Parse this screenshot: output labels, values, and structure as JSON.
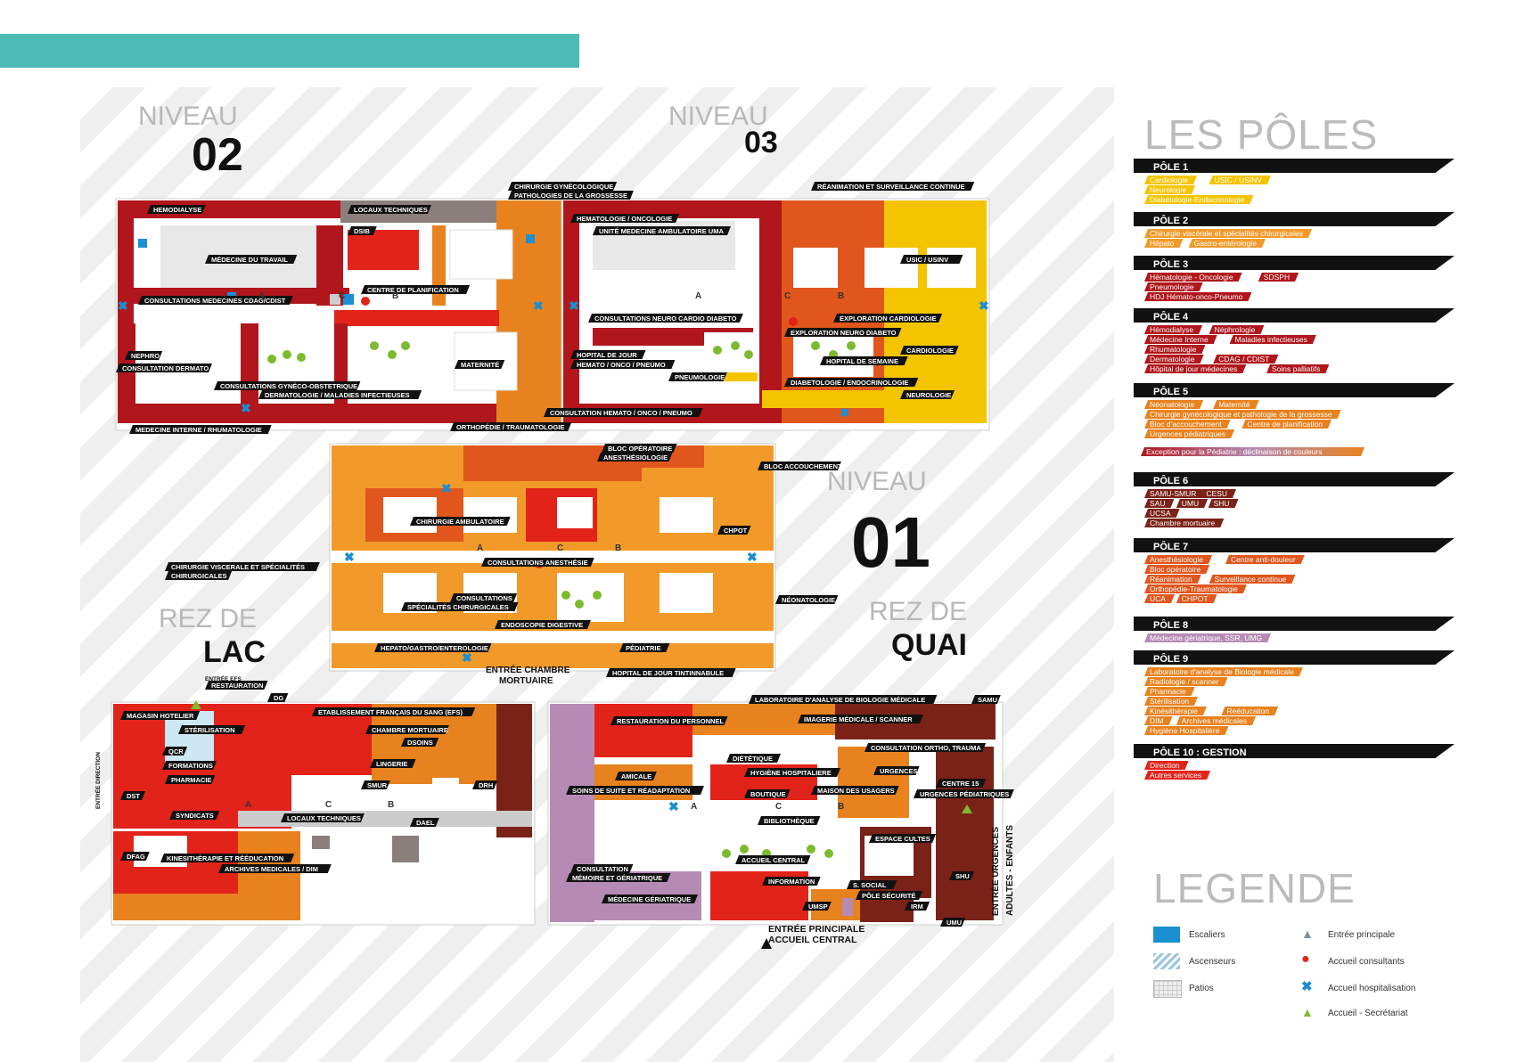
{
  "header": {
    "accent_color": "#4dbbb8"
  },
  "colors": {
    "pole_dark_red": "#b0161c",
    "pole_red": "#e2231a",
    "pole_orange": "#e8821e",
    "pole_light_orange": "#f19a2a",
    "pole_yellow": "#f5c400",
    "pole_brown": "#7a2218",
    "pole_lilac": "#b58bb5",
    "pole_grey": "#8a7f7d",
    "stairs": "#1a8fd1"
  },
  "levels": {
    "niveau02": {
      "word": "NIVEAU",
      "number": "02"
    },
    "niveau03": {
      "word": "NIVEAU",
      "number": "03"
    },
    "niveau01": {
      "word": "NIVEAU",
      "number": "01"
    },
    "lac": {
      "word": "REZ DE",
      "number": "LAC"
    },
    "quai": {
      "word": "REZ DE",
      "number": "QUAI"
    }
  },
  "map_labels": {
    "n02": [
      "HEMODIALYSE",
      "LOCAUX TECHNIQUES",
      "DSIB",
      "MÉDECINE DU TRAVAIL",
      "CENTRE DE PLANIFICATION",
      "CONSULTATIONS MEDECINES CDAG/CDIST",
      "NEPHRO",
      "CONSULTATION DERMATO",
      "MATERNITÉ",
      "CONSULTATIONS GYNÉCO-OBSTETRIQUE",
      "DERMATOLOGIE / MALADIES INFECTIEUSES",
      "MEDECINE INTERNE / RHUMATOLOGIE"
    ],
    "n02_top": [
      "CHIRURGIE GYNÉCOLOGIQUE",
      "PATHOLOGIES DE LA GROSSESSE"
    ],
    "n03": [
      "RÉANIMATION ET SURVEILLANCE CONTINUE",
      "HEMATOLOGIE / ONCOLOGIE",
      "UNITÉ MEDECINE AMBULATOIRE UMA",
      "USIC / USINV",
      "CONSULTATIONS NEURO CARDIO DIABETO",
      "EXPLORATION CARDIOLOGIE",
      "EXPLORATION NEURO DIABETO",
      "HOPITAL DE JOUR",
      "HEMATO / ONCO / PNEUMO",
      "CARDIOLOGIE",
      "HOPITAL DE SEMAINE",
      "PNEUMOLOGIE",
      "DIABETOLOGIE / ENDOCRINOLOGIE",
      "NEUROLOGIE",
      "CONSULTATION HEMATO / ONCO / PNEUMO"
    ],
    "n01": [
      "ORTHOPÉDIE / TRAUMATOLOGIE",
      "BLOC OPÉRATOIRE",
      "ANESTHÉSIOLOGIE",
      "BLOC ACCOUCHEMENT",
      "CHIRURGIE AMBULATOIRE",
      "CHPOT",
      "CHIRURGIE VISCERALE ET SPÉCIALITÉS",
      "CHIRURGICALES",
      "CONSULTATIONS ANESTHÉSIE",
      "CONSULTATIONS",
      "SPÉCIALITÉS CHIRURGICALES",
      "NÉONATOLOGIE",
      "ENDOSCOPIE DIGESTIVE",
      "HEPATO/GASTRO/ENTEROLOGIE",
      "PÉDIATRIE",
      "HOPITAL DE JOUR TINTINNABULE"
    ],
    "lac": [
      "ENTRÉE EFS",
      "RESTAURATION",
      "DG",
      "MAGASIN HOTELIER",
      "ETABLISSEMENT FRANÇAIS DU SANG (EFS)",
      "STÉRILISATION",
      "CHAMBRE MORTUAIRE",
      "DSOINS",
      "QCR",
      "LINGERIE",
      "FORMATIONS",
      "PHARMACIE",
      "SMUR",
      "DRH",
      "DST",
      "SYNDICATS",
      "LOCAUX TECHNIQUES",
      "DAEL",
      "DFAG",
      "KINESITHÉRAPIE ET RÉÉDUCATION",
      "ARCHIVES MEDICALES / DIM",
      "ENTRÉE DIRECTION"
    ],
    "lac_entry": [
      "ENTRÉE CHAMBRE",
      "MORTUAIRE"
    ],
    "quai": [
      "LABORATOIRE D'ANALYSE DE BIOLOGIE MÉDICALE",
      "SAMU",
      "RESTAURATION DU PERSONNEL",
      "IMAGERIE MÉDICALE / SCANNER",
      "CONSULTATION ORTHO, TRAUMA",
      "DIÉTÉTIQUE",
      "HYGIÈNE HOSPITALIERE",
      "URGENCES",
      "AMICALE",
      "CENTRE 15",
      "SOINS DE SUITE ET RÉADAPTATION",
      "BOUTIQUE",
      "MAISON DES USAGERS",
      "URGENCES PÉDIATRIQUES",
      "BIBLIOTHÈQUE",
      "ESPACE CULTES",
      "ACCUEIL CENTRAL",
      "CONSULTATION",
      "MÉMOIRE ET GÉRIATRIQUE",
      "INFORMATION",
      "S. SOCIAL",
      "SHU",
      "PÔLE SÉCURITÉ",
      "UMSP",
      "IRM",
      "MÉDECINE GÉRIATRIQUE",
      "UMU"
    ],
    "quai_entry": [
      "ENTRÉE PRINCIPALE",
      "ACCUEIL CENTRAL"
    ],
    "quai_side": [
      "ENTRÉE URGENCES",
      "ADULTES - ENFANTS"
    ],
    "letters": [
      "A",
      "C",
      "B"
    ]
  },
  "poles": {
    "title": "LES PÔLES",
    "items": [
      {
        "name": "PÔLE 1",
        "color": "#f5c400",
        "rows": [
          [
            "Cardiologie",
            "USIC / USINV"
          ],
          [
            "Neurologie"
          ],
          [
            "Diabétologie-Endocrinologie"
          ]
        ]
      },
      {
        "name": "PÔLE 2",
        "color": "#f19a2a",
        "rows": [
          [
            "Chirurgie viscérale et spécialités chirurgicales"
          ],
          [
            "Hépato",
            "Gastro-entérologie"
          ]
        ]
      },
      {
        "name": "PÔLE 3",
        "color": "#b0161c",
        "rows": [
          [
            "Hématologie - Oncologie",
            "SDSPH"
          ],
          [
            "Pneumologie"
          ],
          [
            "HDJ Hémato-onco-Pneumo"
          ]
        ]
      },
      {
        "name": "PÔLE 4",
        "color": "#b0161c",
        "rows": [
          [
            "Hémodialyse",
            "Néphrologie"
          ],
          [
            "Médecine Interne",
            "Maladies infectieuses"
          ],
          [
            "Rhumatologie"
          ],
          [
            "Dermatologie",
            "CDAG / CDIST"
          ],
          [
            "Hôpital de jour médecines",
            "Soins palliatifs"
          ]
        ]
      },
      {
        "name": "PÔLE 5",
        "color": "#e8821e",
        "rows": [
          [
            "Néonatologie",
            "Maternité"
          ],
          [
            "Chirurgie gynécologique et pathologie de la grossesse"
          ],
          [
            "Bloc d'accouchement",
            "Centre de planification"
          ],
          [
            "Urgences pédiatriques"
          ]
        ]
      },
      {
        "name": "PÔLE 6",
        "color": "#7a2218",
        "rows": [
          [
            "SAMU-SMUR",
            "CESU"
          ],
          [
            "SAU",
            "UMU",
            "SHU"
          ],
          [
            "UCSA"
          ],
          [
            "Chambre mortuaire"
          ]
        ]
      },
      {
        "name": "PÔLE 7",
        "color": "#e0561c",
        "rows": [
          [
            "Anesthésiologie",
            "Centre anti-douleur"
          ],
          [
            "Bloc opératoire"
          ],
          [
            "Réanimation",
            "Surveillance continue"
          ],
          [
            "Orthopédie-Traumatologie"
          ],
          [
            "UCA",
            "CHPOT"
          ]
        ]
      },
      {
        "name": "PÔLE 8",
        "color": "#b58bb5",
        "rows": [
          [
            "Médecine gériatrique, SSR, UMG"
          ]
        ]
      },
      {
        "name": "PÔLE 9",
        "color": "#e8821e",
        "rows": [
          [
            "Laboratoire d'analyse de Biologie médicale"
          ],
          [
            "Radiologie / scanner"
          ],
          [
            "Pharmacie"
          ],
          [
            "Stérilisation"
          ],
          [
            "Kinésithérapie",
            "Rééducation"
          ],
          [
            "DIM",
            "Archives médicales"
          ],
          [
            "Hygiène Hospitalière"
          ]
        ]
      },
      {
        "name": "PÔLE 10 : GESTION",
        "color": "#e2231a",
        "rows": [
          [
            "Direction"
          ],
          [
            "Autres services"
          ]
        ]
      }
    ],
    "exception_note": "Exception pour la Pédiatrie : déclinaison de couleurs"
  },
  "legend": {
    "title": "LEGENDE",
    "items_left": [
      "Escaliers",
      "Ascenseurs",
      "Patios"
    ],
    "items_right": [
      "Entrée principale",
      "Accueil consultants",
      "Accueil hospitalisation",
      "Accueil - Secrétariat"
    ]
  }
}
